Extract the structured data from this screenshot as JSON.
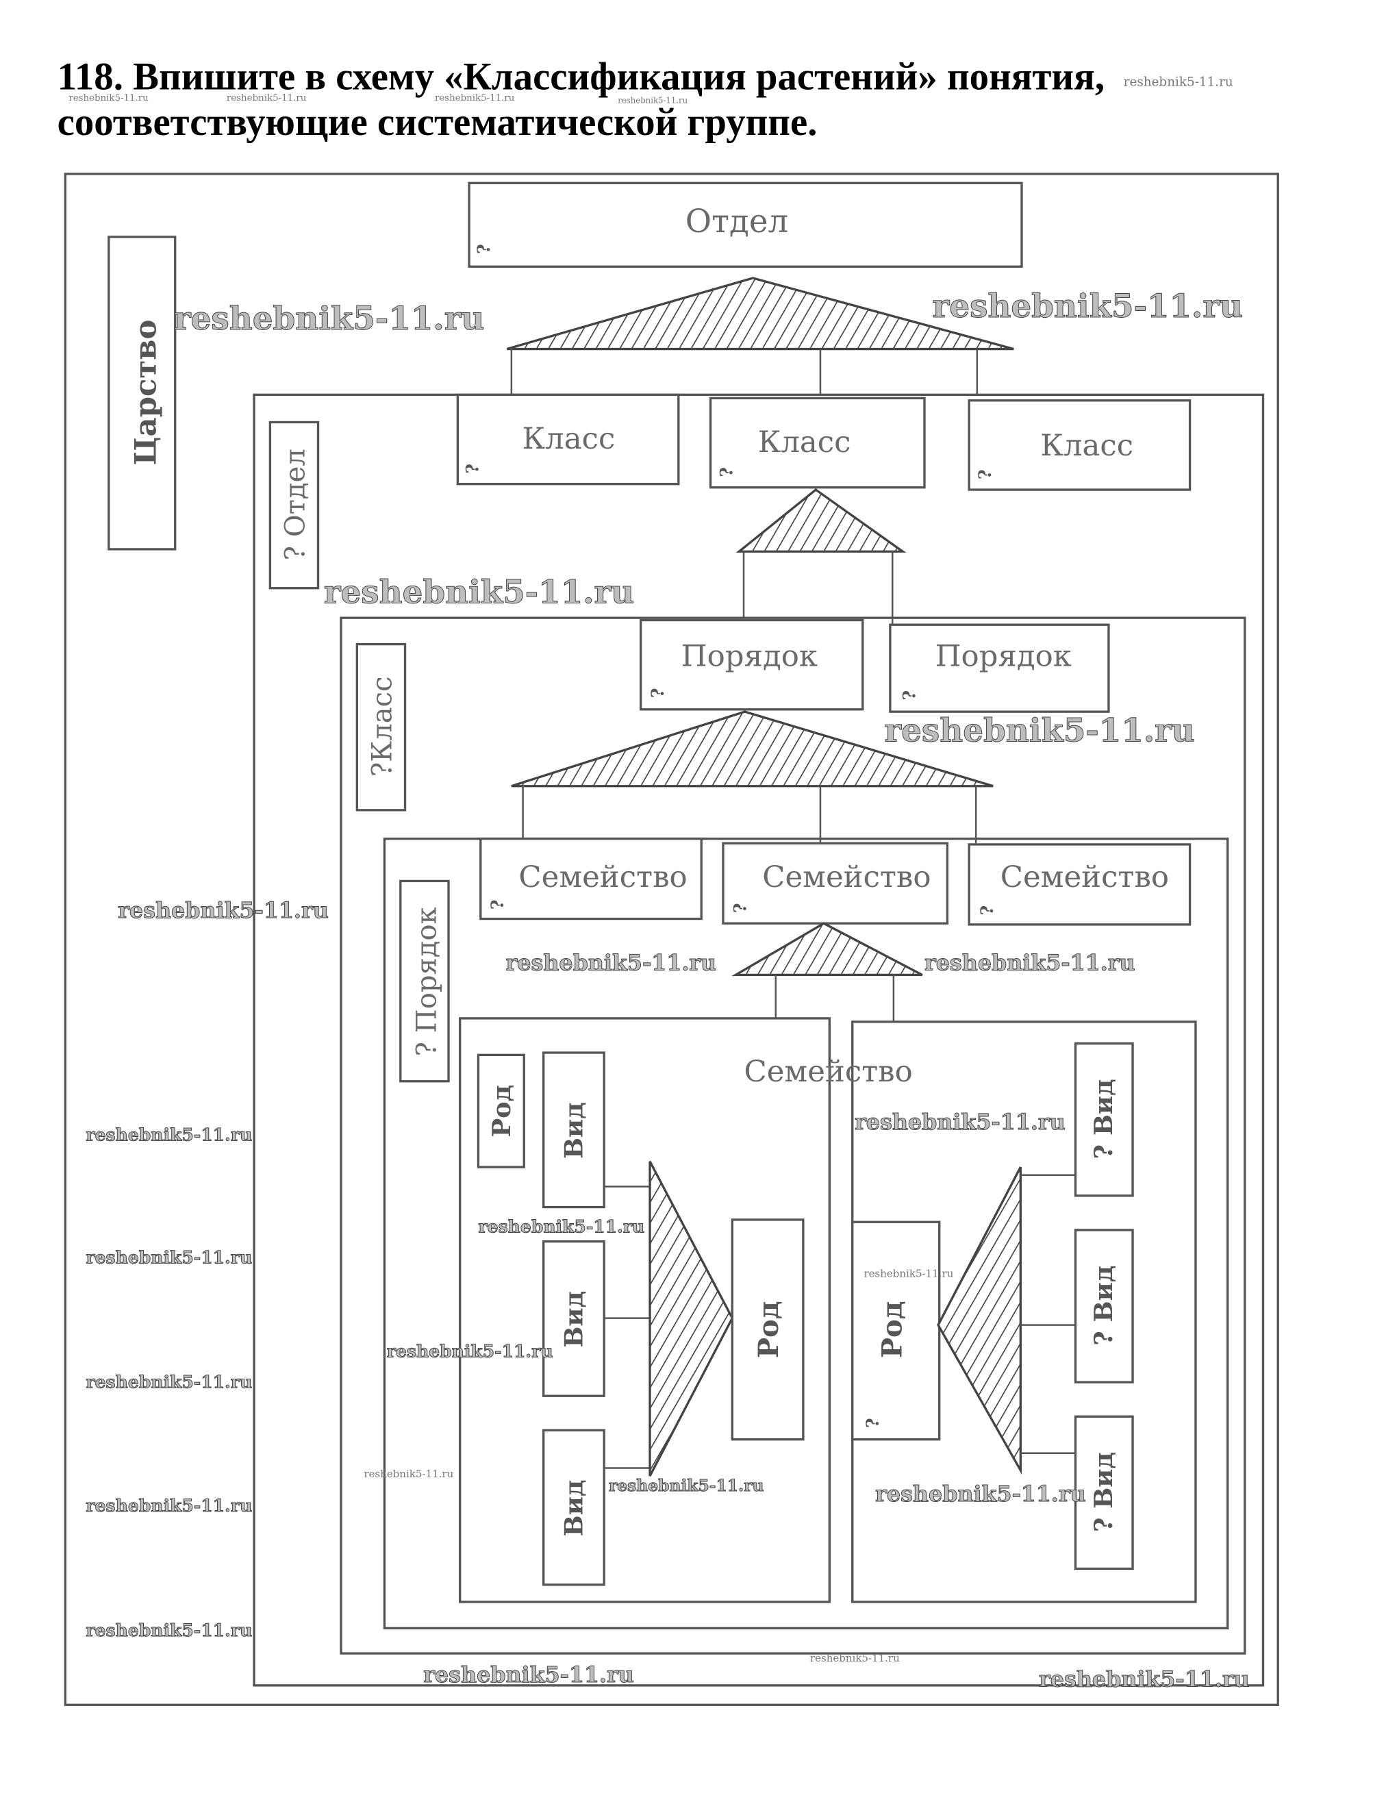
{
  "task": {
    "line1": "118. Впишите в схему «Классификация растений» понятия,",
    "line2": "соответствующие систематической группе."
  },
  "watermark": "reshebnik5-11.ru",
  "question_mark": "?",
  "diagram": {
    "kingdom": "Царство",
    "division_top": "Отдел",
    "division_side": "? Отдел",
    "classes": [
      "Класс",
      "Класс",
      "Класс"
    ],
    "class_side": "?Класс",
    "orders": [
      "Порядок",
      "Порядок"
    ],
    "order_side": "? Порядок",
    "families": [
      "Семейство",
      "Семейство",
      "Семейство"
    ],
    "family_inner": "Семейство",
    "left_genus_label": "Род",
    "left_species": [
      "Вид",
      "Вид",
      "Вид"
    ],
    "left_genus_box": "Род",
    "right_genus_box": "Род",
    "right_species": [
      "? Вид",
      "? Вид",
      "? Вид"
    ]
  }
}
